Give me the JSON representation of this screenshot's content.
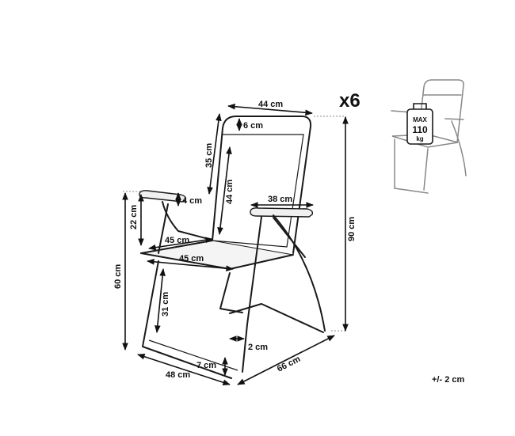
{
  "quantity": "x6",
  "tolerance": "+/- 2 cm",
  "max_load": {
    "line1": "MAX",
    "line2": "110",
    "line3": "kg"
  },
  "dimensions": {
    "back_width": "44 cm",
    "top_bar": "6 cm",
    "back_height_outer": "35 cm",
    "back_height_inner": "44 cm",
    "arm_offset": "4 cm",
    "arm_length": "38 cm",
    "arm_height": "22 cm",
    "seat_depth": "45 cm",
    "seat_width": "45 cm",
    "seat_height": "60 cm",
    "leg_height": "31 cm",
    "total_height": "90 cm",
    "leg_gap": "2 cm",
    "foot_height": "7 cm",
    "base_width": "48 cm",
    "base_depth": "66 cm"
  }
}
